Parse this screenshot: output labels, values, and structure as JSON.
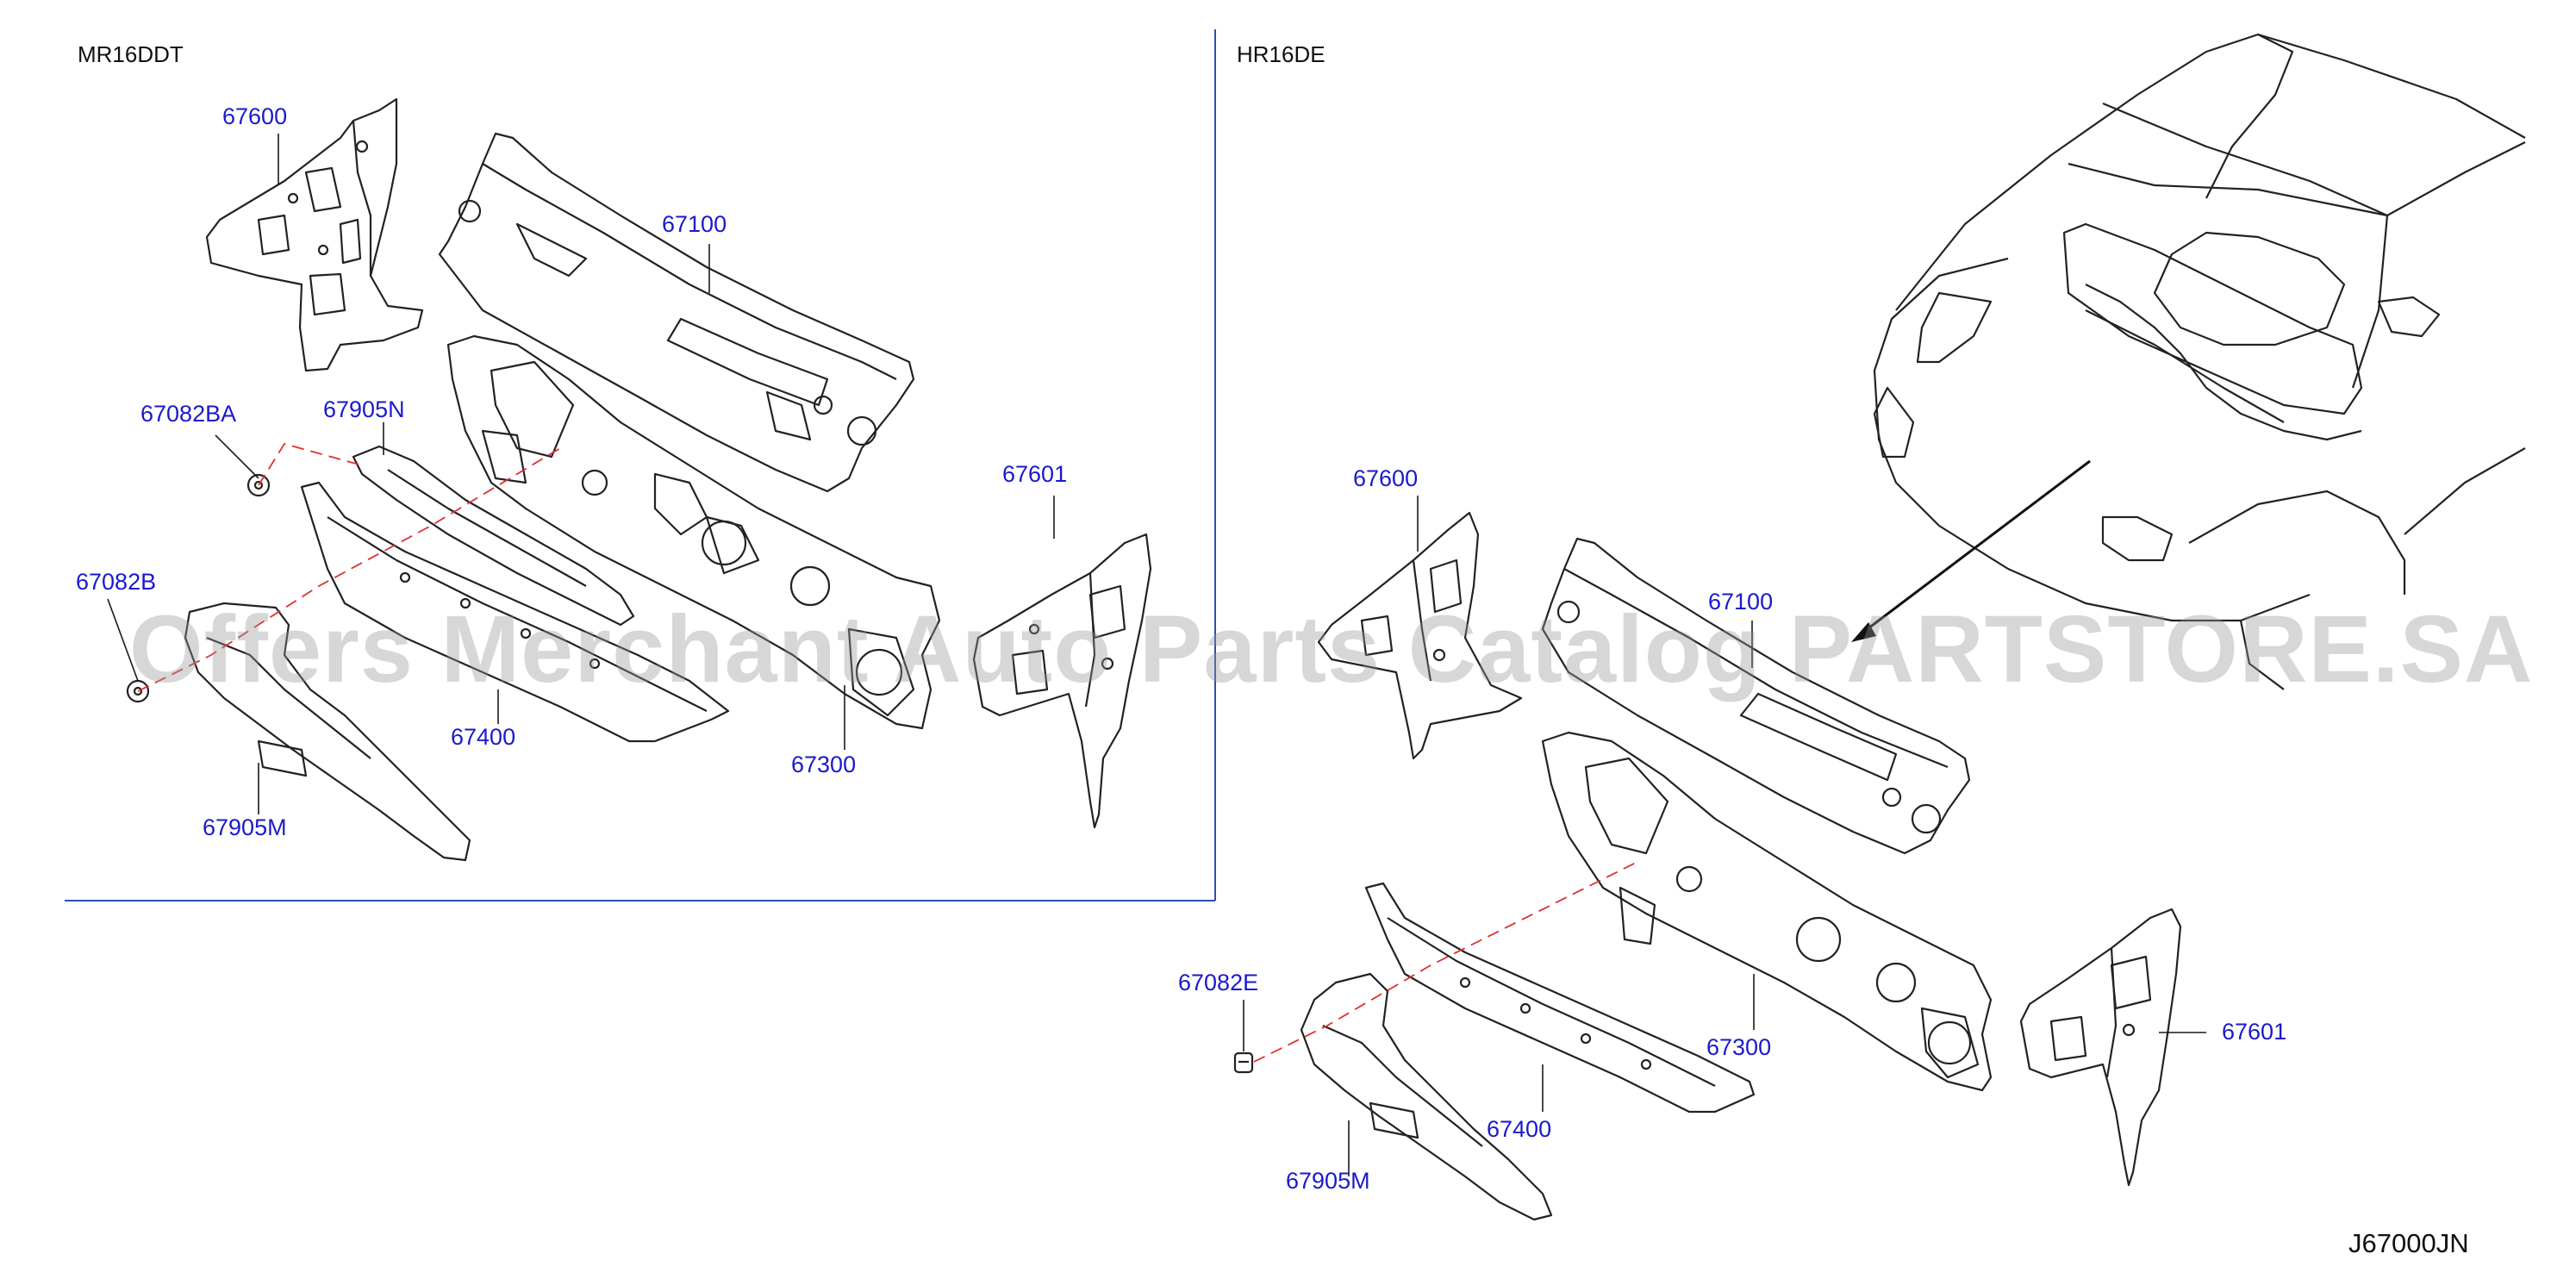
{
  "sections": {
    "left": "MR16DDT",
    "right": "HR16DE"
  },
  "diagram_code": "J67000JN",
  "watermark": "Offers Merchant Auto Parts Catalog PARTSTORE.SA",
  "colors": {
    "part_label": "#1a1acc",
    "frame_line": "#2a4fb0",
    "hidden_line": "#e03030",
    "drawing": "#222222"
  },
  "left_labels": [
    {
      "id": "67600",
      "text": "67600"
    },
    {
      "id": "67100",
      "text": "67100"
    },
    {
      "id": "67082BA",
      "text": "67082BA"
    },
    {
      "id": "67905N",
      "text": "67905N"
    },
    {
      "id": "67601",
      "text": "67601"
    },
    {
      "id": "67082B",
      "text": "67082B"
    },
    {
      "id": "67400",
      "text": "67400"
    },
    {
      "id": "67300",
      "text": "67300"
    },
    {
      "id": "67905M",
      "text": "67905M"
    }
  ],
  "right_labels": [
    {
      "id": "67600",
      "text": "67600"
    },
    {
      "id": "67100",
      "text": "67100"
    },
    {
      "id": "67082E",
      "text": "67082E"
    },
    {
      "id": "67300",
      "text": "67300"
    },
    {
      "id": "67601",
      "text": "67601"
    },
    {
      "id": "67400",
      "text": "67400"
    },
    {
      "id": "67905M",
      "text": "67905M"
    }
  ]
}
